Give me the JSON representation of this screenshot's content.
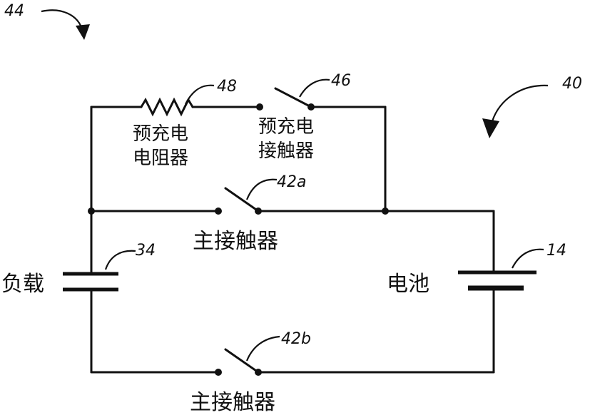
{
  "references": {
    "system": "44",
    "circuit": "40",
    "precharge_resistor": "48",
    "precharge_contactor": "46",
    "main_contactor_top": "42a",
    "main_contactor_bottom": "42b",
    "load": "34",
    "battery": "14"
  },
  "labels": {
    "precharge_resistor_line1": "预充电",
    "precharge_resistor_line2": "电阻器",
    "precharge_contactor_line1": "预充电",
    "precharge_contactor_line2": "接触器",
    "main_contactor_top": "主接触器",
    "main_contactor_bottom": "主接触器",
    "load": "负载",
    "battery": "电池"
  }
}
